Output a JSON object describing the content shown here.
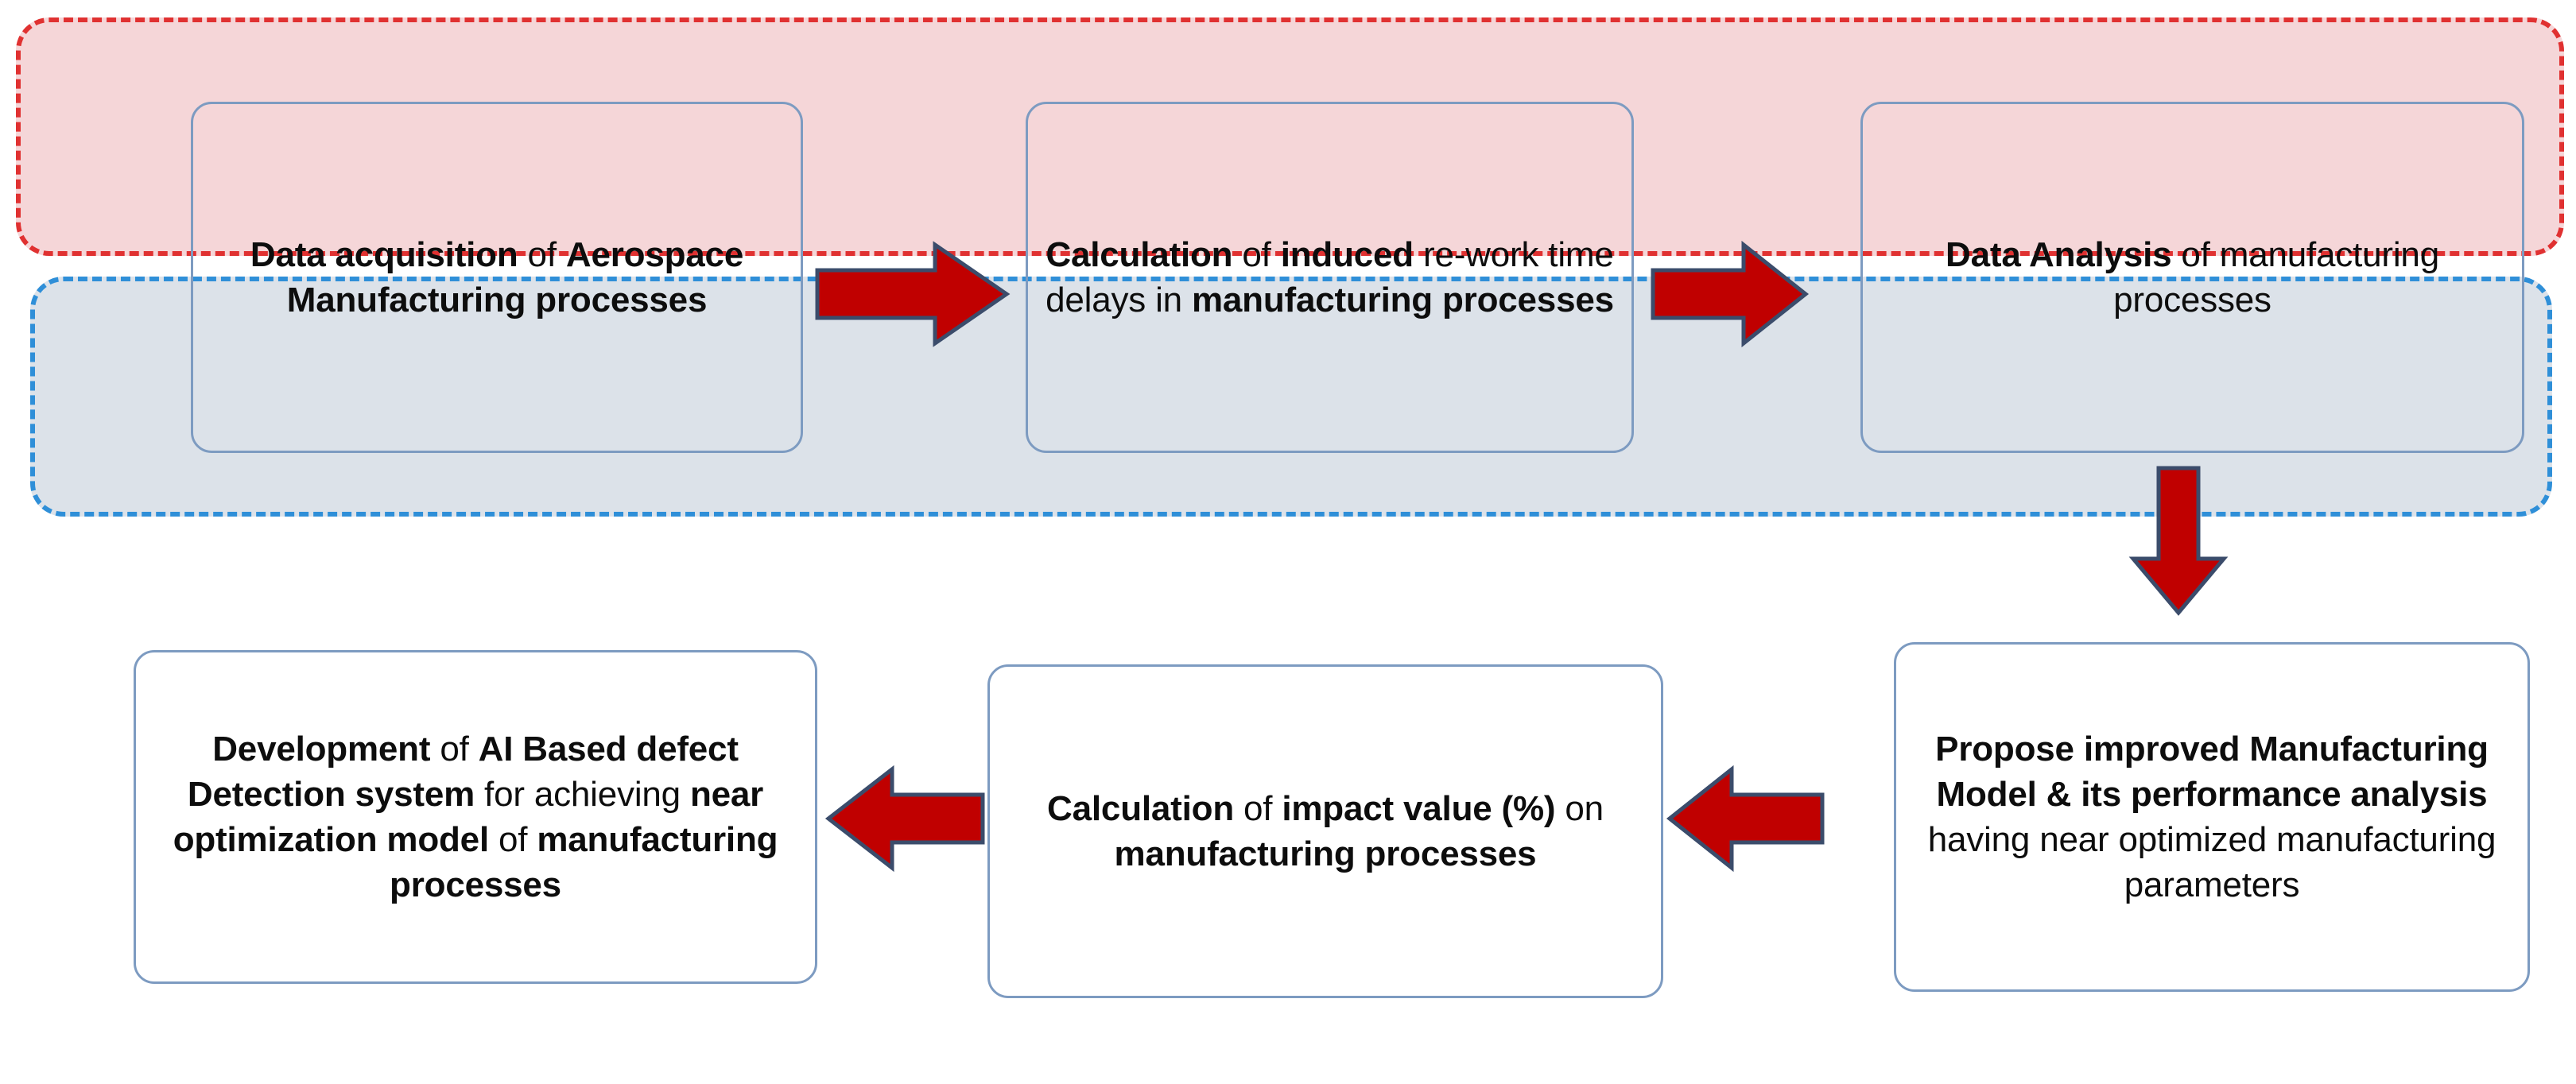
{
  "diagram": {
    "title": "Research methodology flowchart",
    "colors": {
      "phase_one_fill": "#F5D6D8",
      "phase_one_border": "#E03131",
      "phase_two_fill": "#DCE2E9",
      "phase_two_border": "#2F8FD8",
      "box_border": "#7D9BC1",
      "arrow_fill": "#C00000",
      "arrow_outline": "#3B4C6B",
      "text": "#0D0D0D"
    }
  },
  "groups": {
    "phase_one": {
      "name": "phase-one-group"
    },
    "phase_two": {
      "name": "phase-two-group"
    }
  },
  "steps": [
    {
      "id": "step-1",
      "runs": [
        {
          "text": "Data acquisition",
          "bold": true
        },
        {
          "text": " of ",
          "bold": false
        },
        {
          "text": "Aerospace Manufacturing processes",
          "bold": true
        }
      ],
      "plain": "Data acquisition of Aerospace Manufacturing processes"
    },
    {
      "id": "step-2",
      "runs": [
        {
          "text": "Calculation",
          "bold": true
        },
        {
          "text": " of ",
          "bold": false
        },
        {
          "text": "induced",
          "bold": true
        },
        {
          "text": " re-work time delays in ",
          "bold": false
        },
        {
          "text": "manufacturing processes",
          "bold": true
        }
      ],
      "plain": "Calculation of induced re-work time delays in manufacturing processes"
    },
    {
      "id": "step-3",
      "runs": [
        {
          "text": "Data Analysis",
          "bold": true
        },
        {
          "text": " of manufacturing processes",
          "bold": false
        }
      ],
      "plain": "Data Analysis of manufacturing processes"
    },
    {
      "id": "step-4",
      "runs": [
        {
          "text": "Development",
          "bold": true
        },
        {
          "text": " of ",
          "bold": false
        },
        {
          "text": "AI Based defect Detection system",
          "bold": true
        },
        {
          "text": " for achieving ",
          "bold": false
        },
        {
          "text": "near optimization model",
          "bold": true
        },
        {
          "text": " of ",
          "bold": false
        },
        {
          "text": "manufacturing processes",
          "bold": true
        }
      ],
      "plain": "Development of AI Based defect Detection system for achieving near optimization model of manufacturing processes"
    },
    {
      "id": "step-5",
      "runs": [
        {
          "text": "Calculation",
          "bold": true
        },
        {
          "text": " of ",
          "bold": false
        },
        {
          "text": "impact value (%)",
          "bold": true
        },
        {
          "text": " on ",
          "bold": false
        },
        {
          "text": "manufacturing processes",
          "bold": true
        }
      ],
      "plain": "Calculation of impact value (%) on manufacturing processes"
    },
    {
      "id": "step-6",
      "runs": [
        {
          "text": "Propose improved Manufacturing Model & its performance analysis",
          "bold": true
        },
        {
          "text": " having near optimized manufacturing parameters",
          "bold": false
        }
      ],
      "plain": "Propose improved Manufacturing Model & its performance analysis having near optimized manufacturing parameters"
    }
  ],
  "connectors": [
    {
      "id": "arrow-1",
      "direction": "right",
      "from": "step-1",
      "to": "step-2"
    },
    {
      "id": "arrow-2",
      "direction": "right",
      "from": "step-2",
      "to": "step-3"
    },
    {
      "id": "arrow-3",
      "direction": "down",
      "from": "step-3",
      "to": "step-4"
    },
    {
      "id": "arrow-4",
      "direction": "left",
      "from": "step-4",
      "to": "step-5"
    },
    {
      "id": "arrow-5",
      "direction": "left",
      "from": "step-5",
      "to": "step-6"
    }
  ]
}
